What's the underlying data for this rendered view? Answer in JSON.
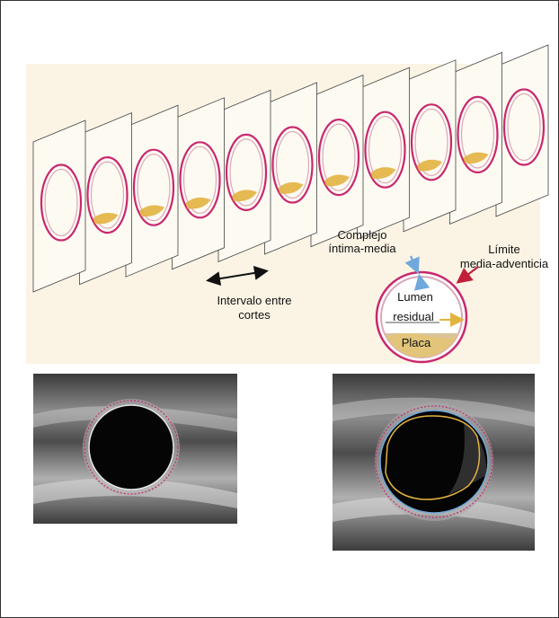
{
  "labels": {
    "interval_line1": "Intervalo entre",
    "interval_line2": "cortes",
    "imc_line1": "Complejo",
    "imc_line2": "íntima-media",
    "ma_line1": "Límite",
    "ma_line2": "media-adventicia",
    "lumen_line1": "Lumen",
    "lumen_line2": "residual",
    "plaque": "Placa"
  },
  "colors": {
    "panel_background": "#fbf4e4",
    "outer_ring": "#c8286f",
    "inner_ring": "#d9a8b8",
    "plaque": "#e2b341",
    "plaque_light": "#d9c49a",
    "arrow_blue": "#6fa8dc",
    "arrow_red": "#c0203a",
    "ultrasound_dark": "#050505"
  },
  "icons": {
    "interval_arrow": "double-headed-arrow",
    "imc_pointer": "blue-arrow",
    "ma_pointer": "red-arrow",
    "lumen_pointer": "yellow-arrow"
  }
}
